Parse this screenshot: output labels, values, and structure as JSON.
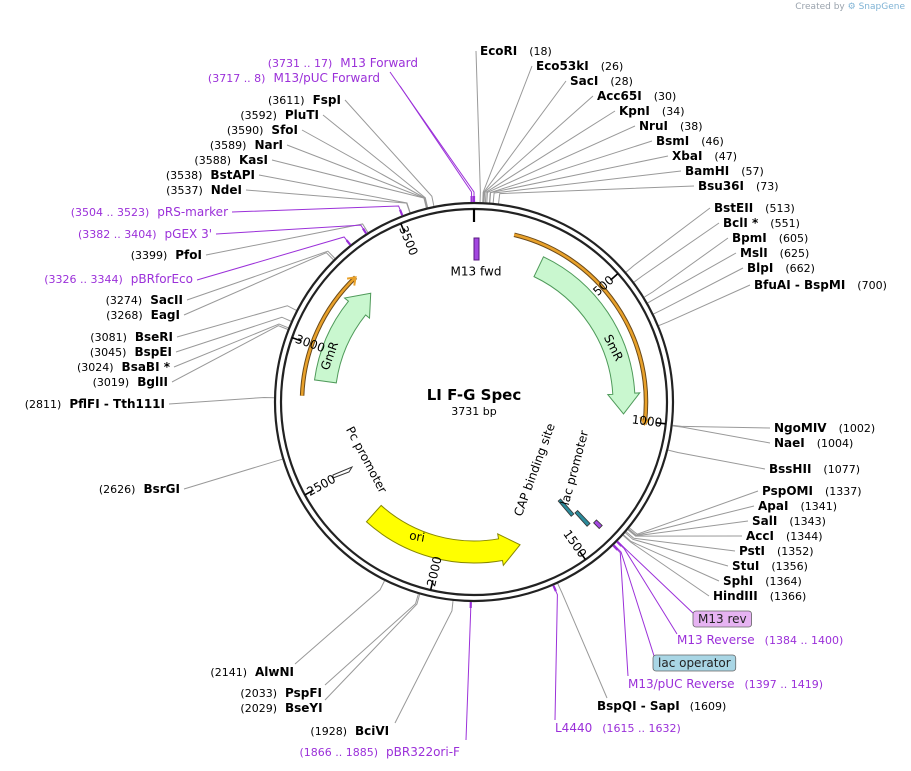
{
  "credit": {
    "prefix": "Created by",
    "brand": "SnapGene"
  },
  "plasmid": {
    "name": "LI F-G Spec",
    "size_label": "3731 bp",
    "length": 3731
  },
  "colors": {
    "ring": "#222222",
    "leader": "#999999",
    "primer": "#9b30d9",
    "feature_fill": "#c9f7cf",
    "feature_stroke": "#4f9a5a",
    "ori_fill": "#ffff00",
    "primer_bind_bar": "#e9a12a",
    "lac_operator_fill": "#a9d6e5",
    "m13rev_fill": "#e6b3f2"
  },
  "ticks": [
    {
      "pos": 500,
      "label": "500"
    },
    {
      "pos": 1000,
      "label": "1000"
    },
    {
      "pos": 1500,
      "label": "1500"
    },
    {
      "pos": 2000,
      "label": "2000"
    },
    {
      "pos": 2500,
      "label": "2500"
    },
    {
      "pos": 3000,
      "label": "3000"
    },
    {
      "pos": 3500,
      "label": "3500"
    }
  ],
  "right_sites": [
    {
      "name": "EcoRI",
      "pos": "(18)",
      "bp": 18
    },
    {
      "name": "Eco53kI",
      "pos": "(26)",
      "bp": 26
    },
    {
      "name": "SacI",
      "pos": "(28)",
      "bp": 28
    },
    {
      "name": "Acc65I",
      "pos": "(30)",
      "bp": 30
    },
    {
      "name": "KpnI",
      "pos": "(34)",
      "bp": 34
    },
    {
      "name": "NruI",
      "pos": "(38)",
      "bp": 38
    },
    {
      "name": "BsmI",
      "pos": "(46)",
      "bp": 46
    },
    {
      "name": "XbaI",
      "pos": "(47)",
      "bp": 47
    },
    {
      "name": "BamHI",
      "pos": "(57)",
      "bp": 57
    },
    {
      "name": "Bsu36I",
      "pos": "(73)",
      "bp": 73
    },
    {
      "name": "BstEII",
      "pos": "(513)",
      "bp": 513
    },
    {
      "name": "BclI *",
      "pos": "(551)",
      "bp": 551
    },
    {
      "name": "BpmI",
      "pos": "(605)",
      "bp": 605
    },
    {
      "name": "MslI",
      "pos": "(625)",
      "bp": 625
    },
    {
      "name": "BlpI",
      "pos": "(662)",
      "bp": 662
    },
    {
      "name": "BfuAI - BspMI",
      "pos": "(700)",
      "bp": 700
    },
    {
      "name": "NgoMIV",
      "pos": "(1002)",
      "bp": 1002
    },
    {
      "name": "NaeI",
      "pos": "(1004)",
      "bp": 1004
    },
    {
      "name": "BssHII",
      "pos": "(1077)",
      "bp": 1077
    },
    {
      "name": "PspOMI",
      "pos": "(1337)",
      "bp": 1337
    },
    {
      "name": "ApaI",
      "pos": "(1341)",
      "bp": 1341
    },
    {
      "name": "SalI",
      "pos": "(1343)",
      "bp": 1343
    },
    {
      "name": "AccI",
      "pos": "(1344)",
      "bp": 1344
    },
    {
      "name": "PstI",
      "pos": "(1352)",
      "bp": 1352
    },
    {
      "name": "StuI",
      "pos": "(1356)",
      "bp": 1356
    },
    {
      "name": "SphI",
      "pos": "(1364)",
      "bp": 1364
    },
    {
      "name": "HindIII",
      "pos": "(1366)",
      "bp": 1366
    }
  ],
  "left_sites": [
    {
      "name": "FspI",
      "pos": "(3611)",
      "bp": 3611
    },
    {
      "name": "PluTI",
      "pos": "(3592)",
      "bp": 3592
    },
    {
      "name": "SfoI",
      "pos": "(3590)",
      "bp": 3590
    },
    {
      "name": "NarI",
      "pos": "(3589)",
      "bp": 3589
    },
    {
      "name": "KasI",
      "pos": "(3588)",
      "bp": 3588
    },
    {
      "name": "BstAPI",
      "pos": "(3538)",
      "bp": 3538
    },
    {
      "name": "NdeI",
      "pos": "(3537)",
      "bp": 3537
    },
    {
      "name": "PfoI",
      "pos": "(3399)",
      "bp": 3399
    },
    {
      "name": "SacII",
      "pos": "(3274)",
      "bp": 3274
    },
    {
      "name": "EagI",
      "pos": "(3268)",
      "bp": 3268
    },
    {
      "name": "BseRI",
      "pos": "(3081)",
      "bp": 3081
    },
    {
      "name": "BspEI",
      "pos": "(3045)",
      "bp": 3045
    },
    {
      "name": "BsaBI *",
      "pos": "(3024)",
      "bp": 3024
    },
    {
      "name": "BglII",
      "pos": "(3019)",
      "bp": 3019
    },
    {
      "name": "PflFI - Tth111I",
      "pos": "(2811)",
      "bp": 2811
    },
    {
      "name": "BsrGI",
      "pos": "(2626)",
      "bp": 2626
    }
  ],
  "bottom_sites": [
    {
      "name": "AlwNI",
      "pos": "(2141)",
      "bp": 2141
    },
    {
      "name": "PspFI",
      "pos": "(2033)",
      "bp": 2033
    },
    {
      "name": "BseYI",
      "pos": "(2029)",
      "bp": 2029
    },
    {
      "name": "BciVI",
      "pos": "(1928)",
      "bp": 1928
    },
    {
      "name": "BspQI - SapI",
      "pos": "(1609)",
      "bp": 1609
    }
  ],
  "primers": [
    {
      "name": "M13 Forward",
      "range": "(3731 .. 17)",
      "bp": 3731
    },
    {
      "name": "M13/pUC Forward",
      "range": "(3717 .. 8)",
      "bp": 3724
    },
    {
      "name": "pRS-marker",
      "range": "(3504 .. 3523)",
      "bp": 3513
    },
    {
      "name": "pGEX 3'",
      "range": "(3382 .. 3404)",
      "bp": 3393
    },
    {
      "name": "pBRforEco",
      "range": "(3326 .. 3344)",
      "bp": 3335
    },
    {
      "name": "pBR322ori-F",
      "range": "(1866 .. 1885)",
      "bp": 1875
    },
    {
      "name": "L4440",
      "range": "(1615 .. 1632)",
      "bp": 1623
    },
    {
      "name": "M13/pUC Reverse",
      "range": "(1397 .. 1419)",
      "bp": 1408
    },
    {
      "name": "M13 Reverse",
      "range": "(1384 .. 1400)",
      "bp": 1392
    }
  ],
  "boxed_labels": {
    "m13_rev": "M13 rev",
    "lac_operator": "lac operator"
  },
  "features": {
    "m13_fwd": "M13 fwd",
    "smr": "SmR",
    "gmr": "GmR",
    "ori": "ori",
    "pc_promoter": "Pc promoter",
    "cap_site": "CAP binding site",
    "lac_promoter": "lac promoter"
  }
}
